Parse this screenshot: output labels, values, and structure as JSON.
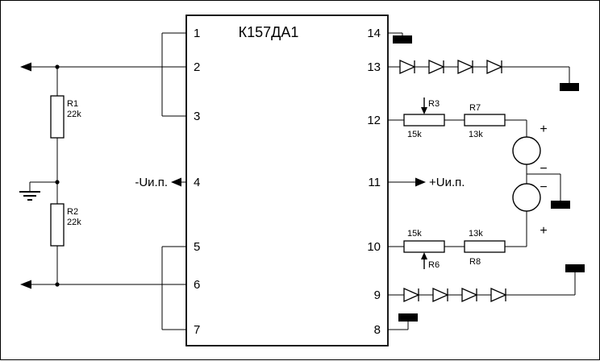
{
  "chip": {
    "label": "К157ДА1"
  },
  "pins": {
    "left": [
      "1",
      "2",
      "3",
      "4",
      "5",
      "6",
      "7"
    ],
    "right": [
      "14",
      "13",
      "12",
      "11",
      "10",
      "9",
      "8"
    ]
  },
  "supply": {
    "negative": "-Uи.п.",
    "positive": "+Uи.п."
  },
  "resistors": {
    "r1": {
      "name": "R1",
      "value": "22k"
    },
    "r2": {
      "name": "R2",
      "value": "22k"
    },
    "r3": {
      "name": "R3",
      "value": "15k"
    },
    "r7": {
      "name": "R7",
      "value": "13k"
    },
    "r6": {
      "name": "R6",
      "value": "15k"
    },
    "r8": {
      "name": "R8",
      "value": "13k"
    }
  },
  "sources": {
    "s1_top": "+",
    "s1_bottom": "−",
    "s2_top": "−",
    "s2_bottom": "+"
  },
  "colors": {
    "wire": "#000000",
    "background": "#ffffff"
  }
}
